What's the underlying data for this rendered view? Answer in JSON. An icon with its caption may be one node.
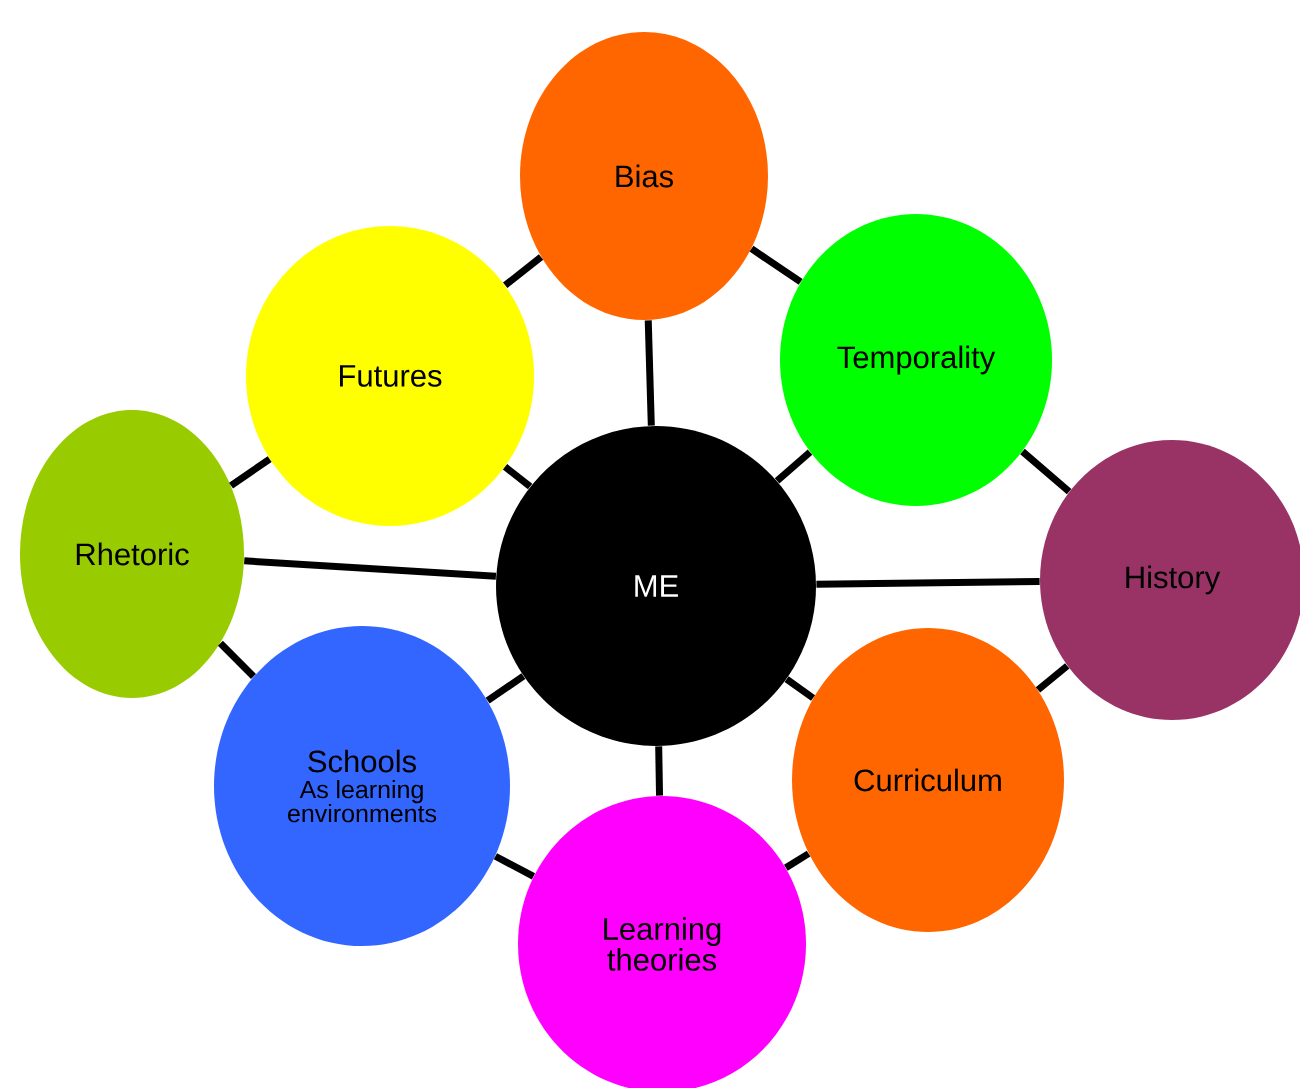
{
  "diagram": {
    "nodes": [
      {
        "text": [
          "Bias"
        ]
      },
      {
        "text": [
          "Futures"
        ]
      },
      {
        "text": [
          "Temporality"
        ]
      },
      {
        "text": [
          "Rhetoric"
        ]
      },
      {
        "text": [
          "ME"
        ]
      },
      {
        "text": [
          "History"
        ]
      },
      {
        "text": [
          "Schools",
          "As learning environments"
        ]
      },
      {
        "text": [
          "Curriculum"
        ]
      },
      {
        "text": [
          "Learning theories"
        ]
      }
    ],
    "edges": [
      {
        "from": 4,
        "to": 0,
        "arrow": "none"
      },
      {
        "from": 4,
        "to": 2,
        "arrow": "none"
      },
      {
        "from": 4,
        "to": 5,
        "arrow": "none"
      },
      {
        "from": 4,
        "to": 7,
        "arrow": "none"
      },
      {
        "from": 4,
        "to": 8,
        "arrow": "none"
      },
      {
        "from": 4,
        "to": 6,
        "arrow": "none"
      },
      {
        "from": 4,
        "to": 3,
        "arrow": "none"
      },
      {
        "from": 4,
        "to": 1,
        "arrow": "none"
      },
      {
        "from": 0,
        "to": 2,
        "arrow": "none"
      },
      {
        "from": 2,
        "to": 5,
        "arrow": "none"
      },
      {
        "from": 5,
        "to": 7,
        "arrow": "none"
      },
      {
        "from": 7,
        "to": 8,
        "arrow": "none"
      },
      {
        "from": 8,
        "to": 6,
        "arrow": "none"
      },
      {
        "from": 6,
        "to": 3,
        "arrow": "none"
      },
      {
        "from": 3,
        "to": 1,
        "arrow": "none"
      },
      {
        "from": 1,
        "to": 0,
        "arrow": "none"
      }
    ]
  }
}
